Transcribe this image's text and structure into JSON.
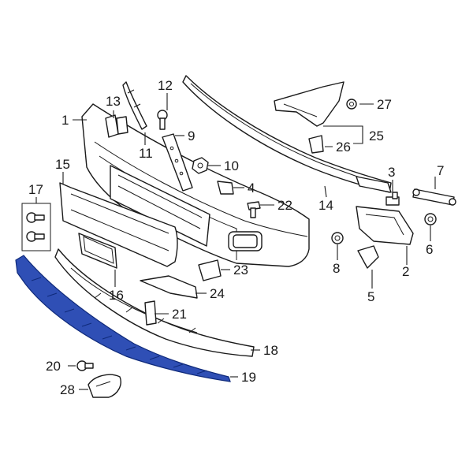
{
  "diagram": {
    "highlight_color": "#2f4fb5",
    "line_color": "#1a1a1a",
    "background": "#ffffff",
    "highlighted_part": "19",
    "callouts": {
      "c1": "1",
      "c2": "2",
      "c3": "3",
      "c4": "4",
      "c5": "5",
      "c6": "6",
      "c7": "7",
      "c8": "8",
      "c9": "9",
      "c10": "10",
      "c11": "11",
      "c12": "12",
      "c13": "13",
      "c14": "14",
      "c15": "15",
      "c16": "16",
      "c17": "17",
      "c18": "18",
      "c19": "19",
      "c20": "20",
      "c21": "21",
      "c22": "22",
      "c23": "23",
      "c24": "24",
      "c25": "25",
      "c26": "26",
      "c27": "27",
      "c28": "28"
    }
  }
}
